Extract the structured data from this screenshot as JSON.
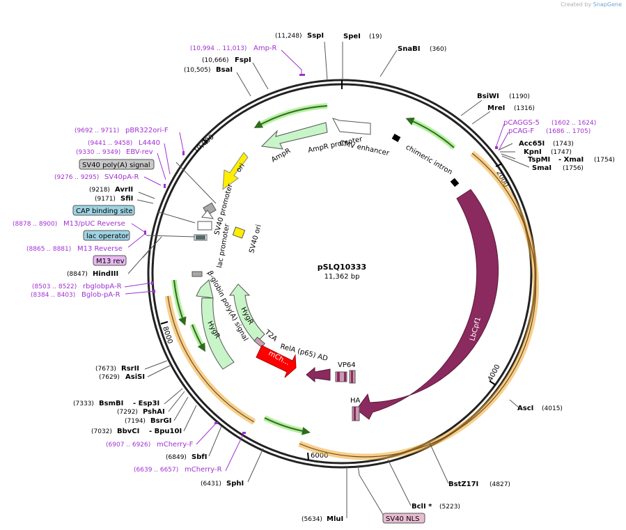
{
  "credit": {
    "created_by": "Created by",
    "brand": "SnapGene"
  },
  "plasmid": {
    "name": "pSLQ10333",
    "length_label": "11,362 bp",
    "length": 11362
  },
  "ticks": [
    "2000",
    "4000",
    "6000",
    "8000",
    "10,000"
  ],
  "sites_right": [
    {
      "name": "SpeI",
      "pos": "(19)"
    },
    {
      "name": "SnaBI",
      "pos": "(360)"
    },
    {
      "name": "BsiWI",
      "pos": "(1190)"
    },
    {
      "name": "MreI",
      "pos": "(1316)"
    },
    {
      "name": "Acc65I",
      "pos": "(1743)"
    },
    {
      "name": "KpnI",
      "pos": "(1747)"
    },
    {
      "name": "TspMI",
      "name2": "- XmaI",
      "pos": "(1754)"
    },
    {
      "name": "SmaI",
      "pos": "(1756)"
    },
    {
      "name": "AscI",
      "pos": "(4015)"
    },
    {
      "name": "BstZ17I",
      "pos": "(4827)"
    },
    {
      "name": "BclI *",
      "pos": "(5223)"
    },
    {
      "name": "MluI",
      "pos": "(5634)"
    }
  ],
  "sites_left": [
    {
      "name": "SspI",
      "pos": "(11,248)"
    },
    {
      "name": "FspI",
      "pos": "(10,666)"
    },
    {
      "name": "BsaI",
      "pos": "(10,505)"
    },
    {
      "name": "AvrII",
      "pos": "(9218)"
    },
    {
      "name": "SfiI",
      "pos": "(9171)"
    },
    {
      "name": "HindIII",
      "pos": "(8847)"
    },
    {
      "name": "RsrII",
      "pos": "(7673)"
    },
    {
      "name": "AsiSI",
      "pos": "(7629)"
    },
    {
      "name": "BsmBI",
      "name2": "- Esp3I",
      "pos": "(7333)"
    },
    {
      "name": "PshAI",
      "pos": "(7292)"
    },
    {
      "name": "BsrGI",
      "pos": "(7194)"
    },
    {
      "name": "BbvCI",
      "name2": "- Bpu10I",
      "pos": "(7032)"
    },
    {
      "name": "SbfI",
      "pos": "(6849)"
    },
    {
      "name": "SphI",
      "pos": "(6431)"
    }
  ],
  "primers": [
    {
      "name": "Amp-R",
      "pos": "(10,994 .. 11,013)"
    },
    {
      "name": "pBR322ori-F",
      "pos": "(9692 .. 9711)"
    },
    {
      "name": "L4440",
      "pos": "(9441 .. 9458)"
    },
    {
      "name": "EBV-rev",
      "pos": "(9330 .. 9349)"
    },
    {
      "name": "SV40pA-R",
      "pos": "(9276 .. 9295)"
    },
    {
      "name": "M13/pUC Reverse",
      "pos": "(8878 .. 8900)"
    },
    {
      "name": "M13 Reverse",
      "pos": "(8865 .. 8881)"
    },
    {
      "name": "rbglobpA-R",
      "pos": "(8503 .. 8522)"
    },
    {
      "name": "Bglob-pA-R",
      "pos": "(8384 .. 8403)"
    },
    {
      "name": "mCherry-F",
      "pos": "(6907 .. 6926)"
    },
    {
      "name": "mCherry-R",
      "pos": "(6639 .. 6657)"
    },
    {
      "name": "pCAGGS-5",
      "pos": "(1602 .. 1624)"
    },
    {
      "name": "pCAG-F",
      "pos": "(1686 .. 1705)"
    }
  ],
  "boxed_labels": [
    {
      "text": "SV40 poly(A) signal",
      "color": "#c8c8c8"
    },
    {
      "text": "CAP binding site",
      "color": "#9fd3e3"
    },
    {
      "text": "lac operator",
      "color": "#9fd3e3"
    },
    {
      "text": "M13 rev",
      "color": "#e8b8f0"
    },
    {
      "text": "SV40 NLS",
      "color": "#e8bcd0"
    }
  ],
  "features": [
    {
      "name": "CMV enhancer"
    },
    {
      "name": "chimeric intron"
    },
    {
      "name": "AmpR promoter"
    },
    {
      "name": "AmpR"
    },
    {
      "name": "ori"
    },
    {
      "name": "SV40 promoter"
    },
    {
      "name": "lac promoter"
    },
    {
      "name": "SV40 ori"
    },
    {
      "name": "β-globin poly(A) signal"
    },
    {
      "name": "HygR"
    },
    {
      "name": "HygR"
    },
    {
      "name": "T2A"
    },
    {
      "name": "RelA (p65) AD"
    },
    {
      "name": "VP64"
    },
    {
      "name": "mCh..."
    },
    {
      "name": "LbCpf1"
    },
    {
      "name": "HA"
    }
  ],
  "colors": {
    "lbcpf1": "#8b2a5e",
    "mcherry": "#ff0000",
    "hygr": "#c8f5c8",
    "ori": "#ffee00",
    "orange_band": "#f0a830",
    "green_band": "#2e8b1e",
    "primer": "#a030d0"
  }
}
